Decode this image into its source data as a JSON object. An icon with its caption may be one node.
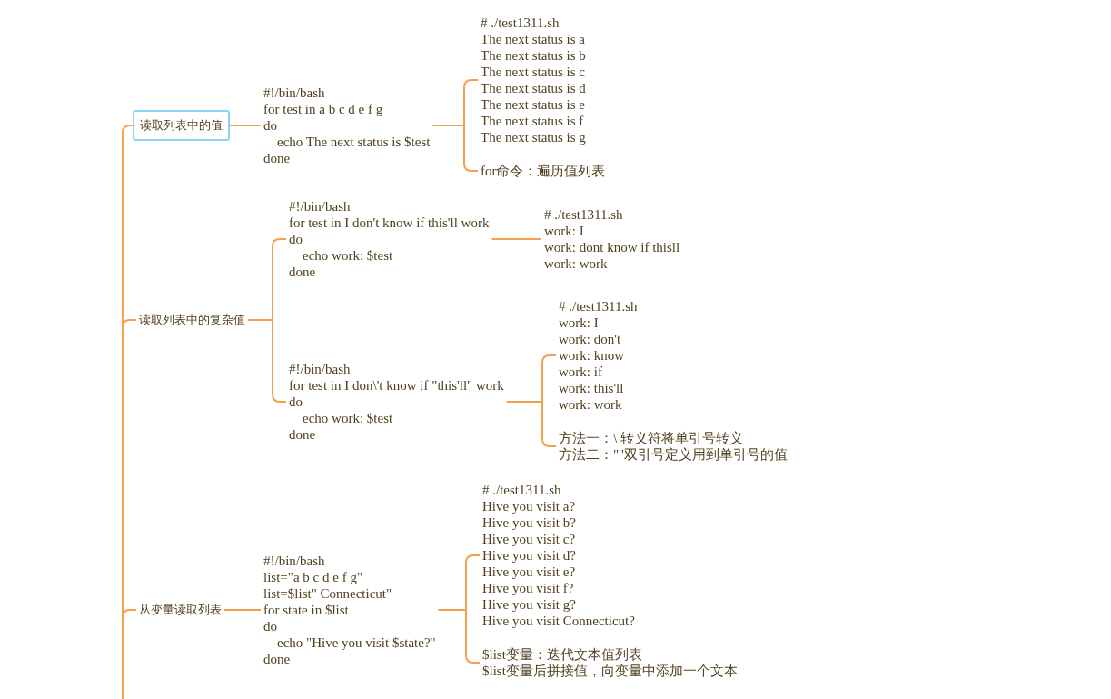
{
  "diagram": {
    "nodes": [
      {
        "text": [
          "读取列表中的值"
        ]
      },
      {
        "text": [
          "#!/bin/bash",
          "for test in a b c d e f g",
          "do",
          "    echo The next status is $test",
          "done"
        ]
      },
      {
        "text": [
          "# ./test1311.sh",
          "The next status is a",
          "The next status is b",
          "The next status is c",
          "The next status is d",
          "The next status is e",
          "The next status is f",
          "The next status is g"
        ]
      },
      {
        "text": [
          "for命令：遍历值列表"
        ]
      },
      {
        "text": [
          "读取列表中的复杂值"
        ]
      },
      {
        "text": [
          "#!/bin/bash",
          "for test in I don't know if this'll work",
          "do",
          "    echo work: $test",
          "done"
        ]
      },
      {
        "text": [
          "# ./test1311.sh",
          "work: I",
          "work: dont know if thisll",
          "work: work"
        ]
      },
      {
        "text": [
          "#!/bin/bash",
          "for test in I don\\'t know if \"this'll\" work",
          "do",
          "    echo work: $test",
          "done"
        ]
      },
      {
        "text": [
          "# ./test1311.sh",
          "work: I",
          "work: don't",
          "work: know",
          "work: if",
          "work: this'll",
          "work: work"
        ]
      },
      {
        "text": [
          "方法一：\\ 转义符将单引号转义",
          "方法二：\"\"双引号定义用到单引号的值"
        ]
      },
      {
        "text": [
          "从变量读取列表"
        ]
      },
      {
        "text": [
          "#!/bin/bash",
          "list=\"a b c d e f g\"",
          "list=$list\" Connecticut\"",
          "for state in $list",
          "do",
          "    echo \"Hive you visit $state?\"",
          "done"
        ]
      },
      {
        "text": [
          "# ./test1311.sh",
          "Hive you visit a?",
          "Hive you visit b?",
          "Hive you visit c?",
          "Hive you visit d?",
          "Hive you visit e?",
          "Hive you visit f?",
          "Hive you visit g?",
          "Hive you visit Connecticut?"
        ]
      },
      {
        "text": [
          "$list变量：迭代文本值列表",
          "$list变量后拼接值，向变量中添加一个文本"
        ]
      }
    ],
    "edges": [
      {
        "from": null,
        "to": 0,
        "arrow": "none"
      },
      {
        "from": null,
        "to": 4,
        "arrow": "none"
      },
      {
        "from": null,
        "to": 10,
        "arrow": "none"
      },
      {
        "from": 0,
        "to": 1,
        "arrow": "none"
      },
      {
        "from": 1,
        "to": 2,
        "arrow": "none"
      },
      {
        "from": 1,
        "to": 3,
        "arrow": "none"
      },
      {
        "from": 4,
        "to": 5,
        "arrow": "none"
      },
      {
        "from": 4,
        "to": 7,
        "arrow": "none"
      },
      {
        "from": 5,
        "to": 6,
        "arrow": "none"
      },
      {
        "from": 7,
        "to": 8,
        "arrow": "none"
      },
      {
        "from": 7,
        "to": 9,
        "arrow": "none"
      },
      {
        "from": 10,
        "to": 11,
        "arrow": "none"
      },
      {
        "from": 11,
        "to": 12,
        "arrow": "none"
      },
      {
        "from": 11,
        "to": 13,
        "arrow": "none"
      }
    ]
  }
}
